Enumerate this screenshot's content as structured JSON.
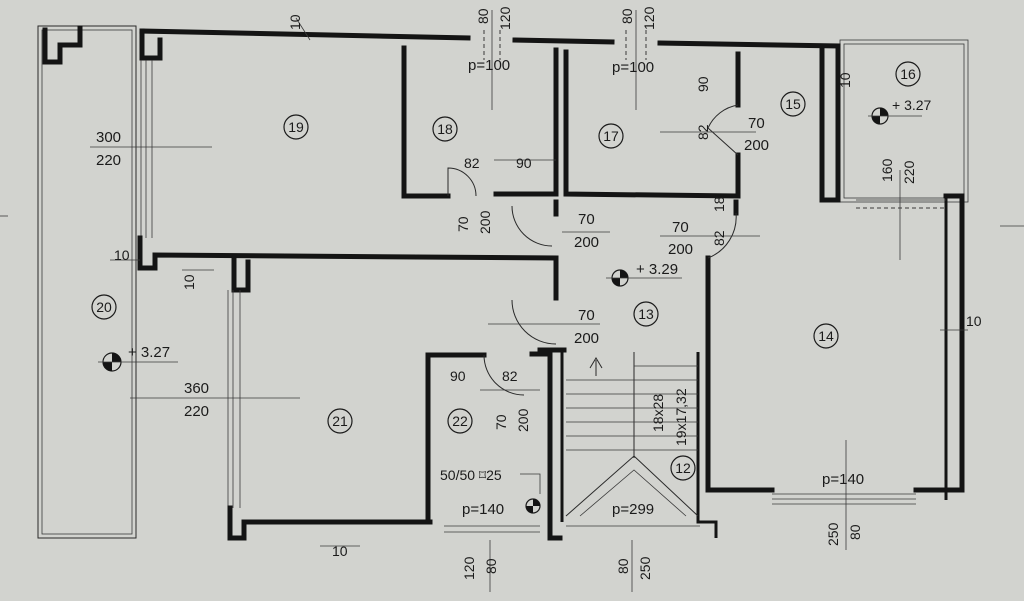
{
  "rooms": [
    {
      "id": "room-19",
      "num": "19"
    },
    {
      "id": "room-18",
      "num": "18"
    },
    {
      "id": "room-17",
      "num": "17"
    },
    {
      "id": "room-15",
      "num": "15"
    },
    {
      "id": "room-16",
      "num": "16"
    },
    {
      "id": "room-20",
      "num": "20"
    },
    {
      "id": "room-13",
      "num": "13"
    },
    {
      "id": "room-14",
      "num": "14"
    },
    {
      "id": "room-21",
      "num": "21"
    },
    {
      "id": "room-22",
      "num": "22"
    },
    {
      "id": "room-12",
      "num": "12"
    }
  ],
  "levels": {
    "l16": "+ 3.27",
    "l13": "+ 3.29",
    "l20": "+ 3.27"
  },
  "dims": {
    "top_10": "10",
    "top_80a": "80",
    "top_120a": "120",
    "top_80b": "80",
    "top_120b": "120",
    "p100a": "p=100",
    "p100b": "p=100",
    "w300": "300",
    "w220a": "220",
    "d90_15": "90",
    "d82_15": "82",
    "d70_15": "70",
    "d200_15": "200",
    "d82_18": "82",
    "d90_18": "90",
    "d70_a": "70",
    "d200_a": "200",
    "d70_b": "70",
    "d200_b": "200",
    "d70_c": "70",
    "d200_c": "200",
    "d18": "18",
    "d82_c": "82",
    "d10_l": "10",
    "d10_l2": "10",
    "d160": "160",
    "d220_16": "220",
    "d70_13": "70",
    "d200_13": "200",
    "d10_r": "10",
    "w360": "360",
    "w220b": "220",
    "d90_22": "90",
    "d82_22": "82",
    "d70_22": "70",
    "d200_22": "200",
    "stair_a": "18x28",
    "stair_b": "19x17,32",
    "chimney": "50/50 ⌑25",
    "p140a": "p=140",
    "p299": "p=299",
    "p140b": "p=140",
    "b_10": "10",
    "b_120": "120",
    "b_80a": "80",
    "b_80b": "80",
    "b_250a": "250",
    "b_250b": "250",
    "b_80c": "80",
    "side_10": "10"
  }
}
